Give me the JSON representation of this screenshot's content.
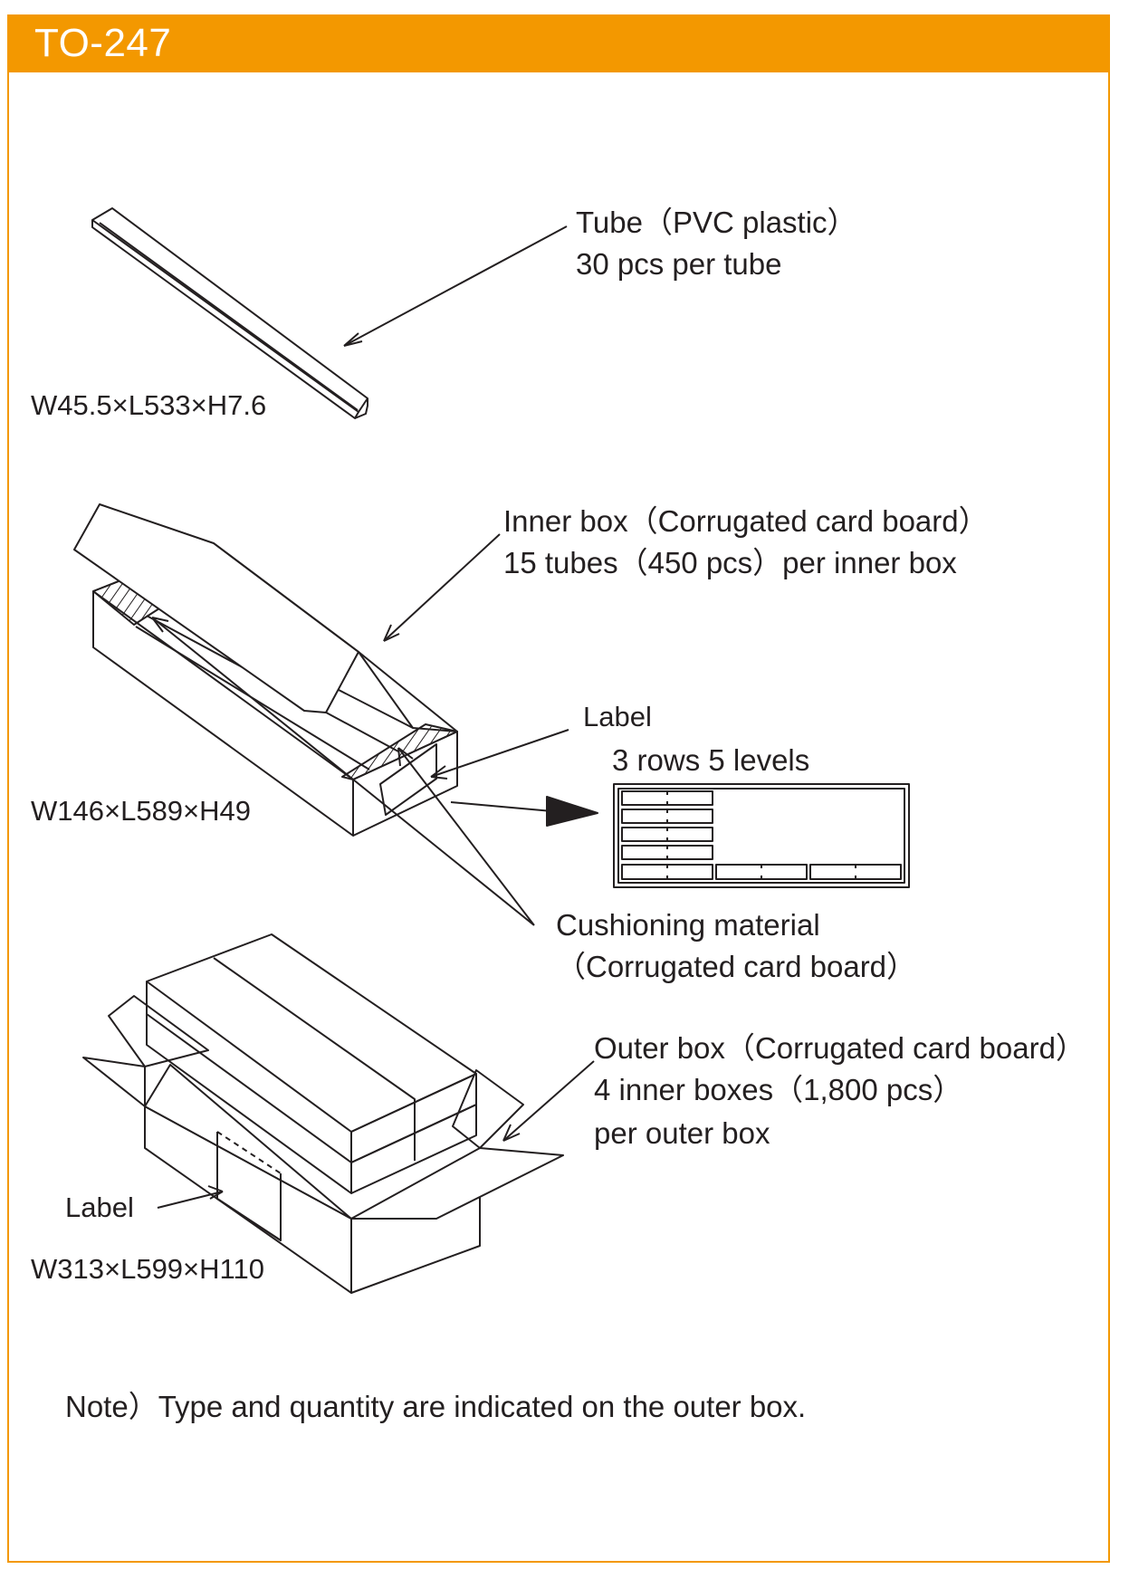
{
  "header": {
    "title": "TO-247",
    "color": "#f39800"
  },
  "tube": {
    "label_line1": "Tube（PVC plastic）",
    "label_line2": "30 pcs per tube",
    "dimensions": "W45.5×L533×H7.6"
  },
  "inner_box": {
    "label_line1": "Inner box（Corrugated card board）",
    "label_line2": "15 tubes（450 pcs）per inner box",
    "dimensions": "W146×L589×H49",
    "label_callout": "Label",
    "arrangement": "3 rows 5 levels"
  },
  "cushioning": {
    "label_line1": "Cushioning material",
    "label_line2": "（Corrugated card board）"
  },
  "outer_box": {
    "label_line1": "Outer box（Corrugated card board）",
    "label_line2": "4 inner boxes（1,800 pcs）",
    "label_line3": "per outer box",
    "dimensions": "W313×L599×H110",
    "label_callout": "Label"
  },
  "note": "Note）Type and quantity are indicated on the outer box."
}
